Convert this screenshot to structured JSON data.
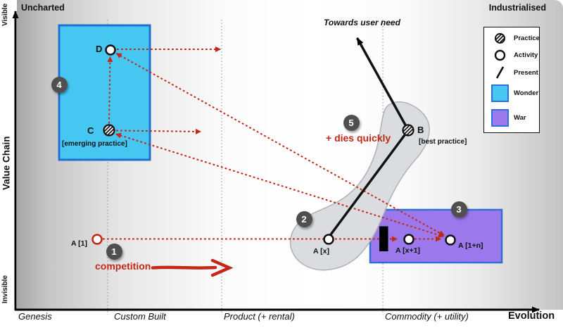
{
  "colors": {
    "wonder": "#45c7f2",
    "wonder_border": "#1e70d0",
    "war": "#9b79ec",
    "war_border": "#2e6fd8",
    "red": "#c22717",
    "badge": "#4f4f4f"
  },
  "corners": {
    "top_left": "Uncharted",
    "top_right": "Industrialised"
  },
  "axes": {
    "y_title": "Value Chain",
    "y_top": "Visible",
    "y_bottom": "Invisible",
    "x_title": "Evolution",
    "stages": [
      "Genesis",
      "Custom Built",
      "Product (+ rental)",
      "Commodity (+ utility)"
    ]
  },
  "legend": {
    "items": [
      {
        "name": "practice",
        "label": "Practice"
      },
      {
        "name": "activity",
        "label": "Activity"
      },
      {
        "name": "present",
        "label": "Present"
      },
      {
        "name": "wonder",
        "label": "Wonder"
      },
      {
        "name": "war",
        "label": "War"
      }
    ]
  },
  "annotations": {
    "towards_user_need": "Towards user need",
    "competition": "competition",
    "dies_quickly": "+ dies quickly"
  },
  "badges": [
    "1",
    "2",
    "3",
    "4",
    "5"
  ],
  "nodes": {
    "a1": {
      "label": "A [1]",
      "type": "activity"
    },
    "ax": {
      "label": "A [x]",
      "type": "activity"
    },
    "ax1": {
      "label": "A [x+1]",
      "type": "activity"
    },
    "a1n": {
      "label": "A [1+n]",
      "type": "activity"
    },
    "b": {
      "label": "B",
      "sub": "[best practice]",
      "type": "practice"
    },
    "c": {
      "label": "C",
      "sub": "[emerging practice]",
      "type": "practice"
    },
    "d": {
      "label": "D",
      "type": "activity"
    }
  }
}
